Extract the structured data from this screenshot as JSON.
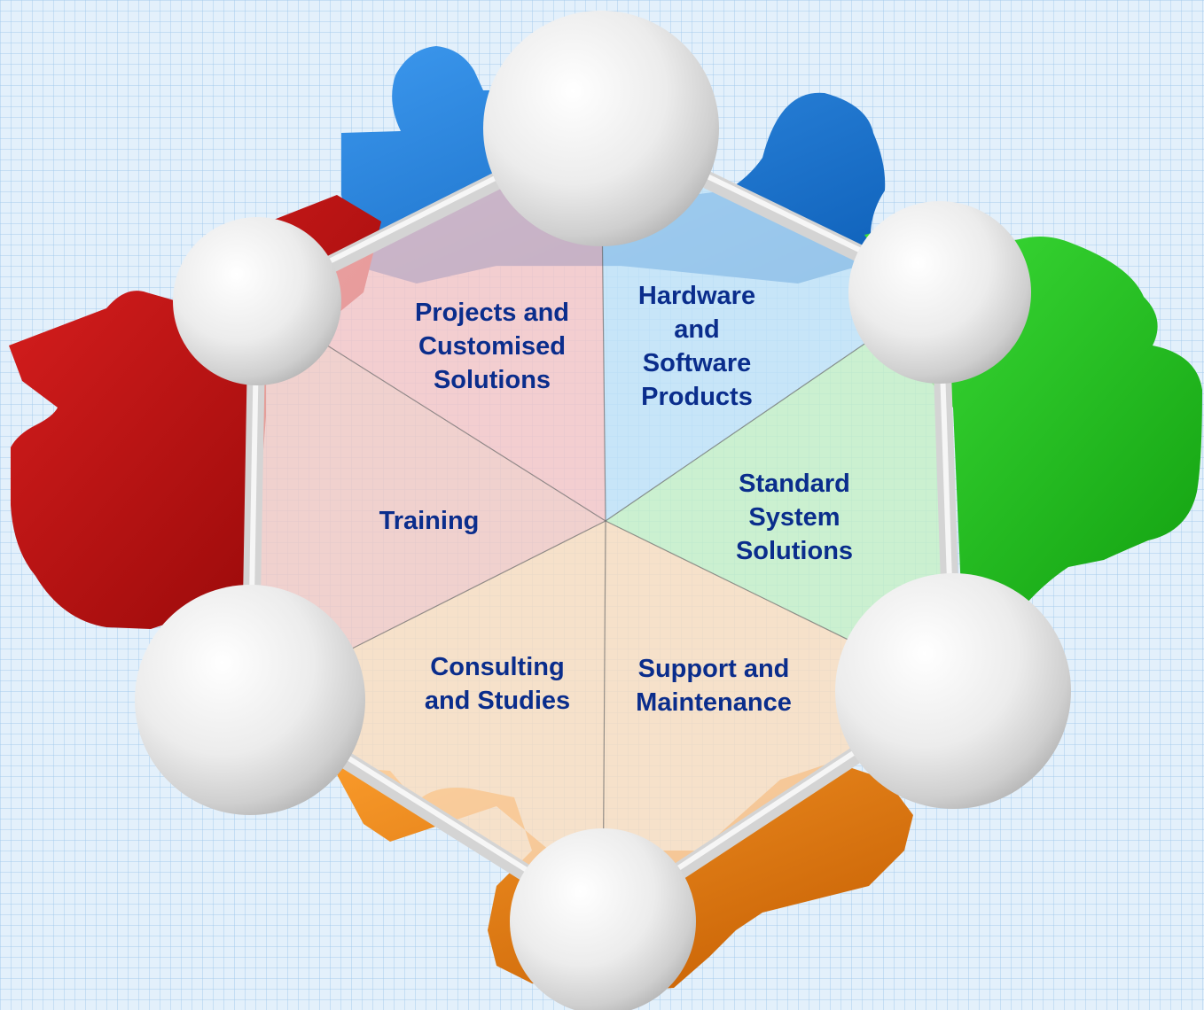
{
  "colors": {
    "label_text": "#0a2d8c",
    "background": "#e3f0fb",
    "puzzle_blue": "#1e78d8",
    "puzzle_green": "#22c41e",
    "puzzle_red": "#c81414",
    "puzzle_orange": "#ee7a0c",
    "node": "#eeeeee",
    "connector": "#d4d4d4"
  },
  "diagram": {
    "segments": [
      {
        "id": "projects",
        "label": "Projects and\nCustomised\nSolutions",
        "fill": "#f7c4c4"
      },
      {
        "id": "hardware",
        "label": "Hardware\nand\nSoftware\nProducts",
        "fill": "#bfe2f7"
      },
      {
        "id": "standard",
        "label": "Standard\nSystem\nSolutions",
        "fill": "#c4f0c4"
      },
      {
        "id": "support",
        "label": "Support and\nMaintenance",
        "fill": "#fbdcbc"
      },
      {
        "id": "consulting",
        "label": "Consulting\nand Studies",
        "fill": "#fbdcbc"
      },
      {
        "id": "training",
        "label": "Training",
        "fill": "#f4c8c2"
      }
    ],
    "nodes": [
      {
        "icon": "sphere-node"
      },
      {
        "icon": "sphere-node"
      },
      {
        "icon": "sphere-node"
      },
      {
        "icon": "sphere-node"
      },
      {
        "icon": "sphere-node"
      },
      {
        "icon": "sphere-node"
      }
    ]
  }
}
